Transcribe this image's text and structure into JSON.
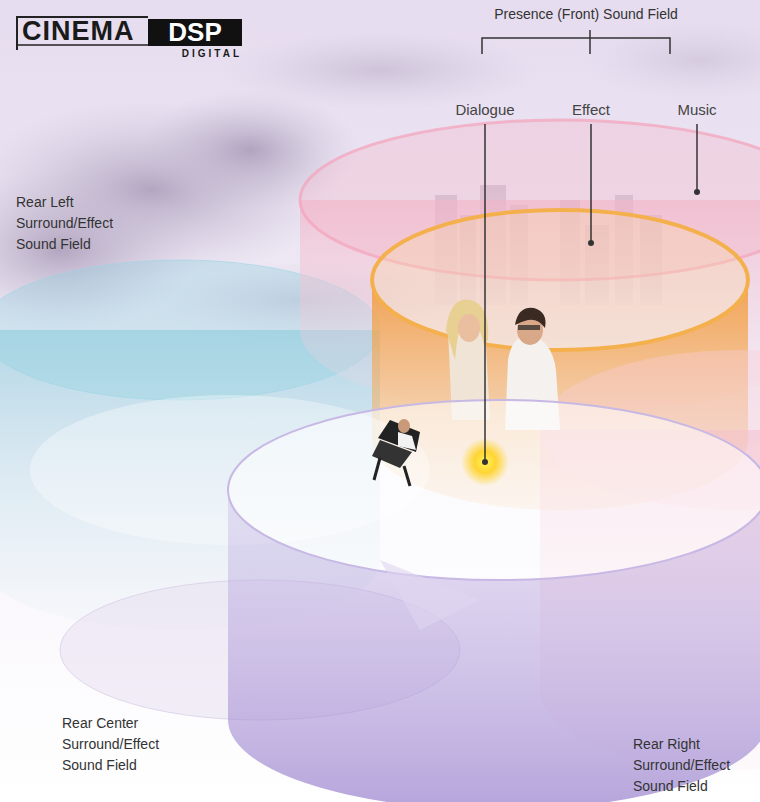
{
  "diagram": {
    "labels": [
      "CINEMA",
      "DSP",
      "DIGITAL",
      "Presence (Front) Sound Field",
      "Dialogue",
      "Effect",
      "Music",
      "Rear Left Surround/Effect Sound Field",
      "Rear Center Surround/Effect Sound Field",
      "Rear Right Surround/Effect Sound Field"
    ]
  }
}
